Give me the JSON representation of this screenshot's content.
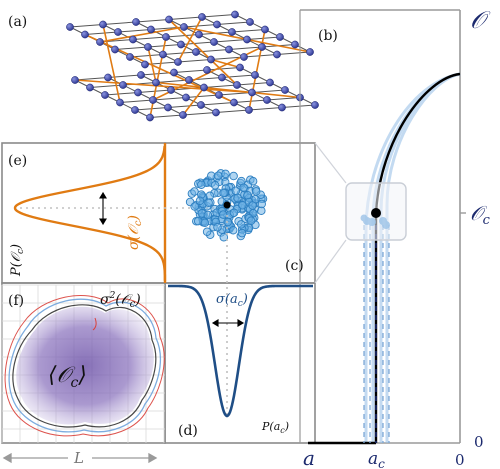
{
  "panels": {
    "a": "(a)",
    "b": "(b)",
    "c": "(c)",
    "d": "(d)",
    "e": "(e)",
    "f": "(f)"
  },
  "b_axis": {
    "y_top": "𝒪",
    "y_mid": "𝒪",
    "y_mid_sub": "c",
    "y_bottom": "0",
    "x_left": "a",
    "x_mid": "a",
    "x_mid_sub": "c",
    "x_right": "0"
  },
  "e_labels": {
    "sigma": "σ(𝒪",
    "sigma_sub": "c",
    "sigma_close": ")",
    "p": "P(𝒪",
    "p_sub": "c",
    "p_close": ")"
  },
  "d_labels": {
    "sigma": "σ(a",
    "sigma_sub": "c",
    "sigma_close": ")",
    "p": "P(a",
    "p_sub": "c",
    "p_close": ")"
  },
  "f_labels": {
    "sigma2": "σ",
    "sigma2_sup": "2",
    "sigma2_arg": "(𝒪",
    "sigma2_sub": "c",
    "sigma2_close": ")",
    "mean_open": "⟨𝒪",
    "mean_sub": "c",
    "mean_close": "⟩",
    "size": "L"
  },
  "colors": {
    "navy": "#1c2a6e",
    "orange": "#e07b13",
    "blue": "#1f4e86",
    "light_blue": "#9cc3e8",
    "node": "#3a45a6"
  }
}
